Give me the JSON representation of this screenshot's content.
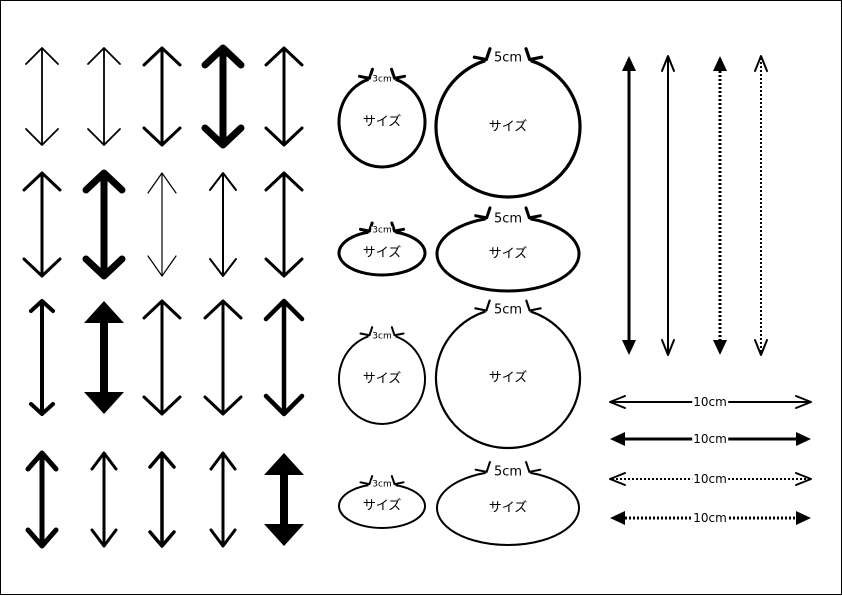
{
  "sheet": {
    "background": "#ffffff",
    "border_color": "#000000",
    "ink": "#000000"
  },
  "decorative_arrows": {
    "direction": "vertical-double-headed",
    "rows": [
      [
        "plain-thin",
        "plain-thin",
        "plain-medium",
        "bold-filled",
        "plain-medium"
      ],
      [
        "plain-medium",
        "bold-filled",
        "thin-hollow-head",
        "thin",
        "plain-medium"
      ],
      [
        "round-tip",
        "wedge-bold",
        "plain-medium",
        "plain-medium",
        "plain-bold"
      ],
      [
        "brush",
        "brush-thin",
        "brush-long",
        "brush-thin",
        "wedge-bold"
      ]
    ]
  },
  "curved_arrows": {
    "items": [
      {
        "size_label": "3cm",
        "center_label": "サイズ",
        "shape": "circle"
      },
      {
        "size_label": "5cm",
        "center_label": "サイズ",
        "shape": "circle"
      },
      {
        "size_label": "3cm",
        "center_label": "サイズ",
        "shape": "ellipse"
      },
      {
        "size_label": "5cm",
        "center_label": "サイズ",
        "shape": "ellipse"
      },
      {
        "size_label": "3cm",
        "center_label": "サイズ",
        "shape": "circle"
      },
      {
        "size_label": "5cm",
        "center_label": "サイズ",
        "shape": "circle"
      },
      {
        "size_label": "3cm",
        "center_label": "サイズ",
        "shape": "ellipse"
      },
      {
        "size_label": "5cm",
        "center_label": "サイズ",
        "shape": "ellipse"
      }
    ]
  },
  "long_arrows": {
    "vertical": [
      {
        "style": "solid-bold"
      },
      {
        "style": "solid-thin"
      },
      {
        "style": "dotted-bold"
      },
      {
        "style": "dotted-thin"
      }
    ],
    "horizontal": [
      {
        "length_label": "10cm",
        "style": "solid-thin"
      },
      {
        "length_label": "10cm",
        "style": "solid-bold"
      },
      {
        "length_label": "10cm",
        "style": "dotted-thin"
      },
      {
        "length_label": "10cm",
        "style": "dotted-bold"
      }
    ]
  }
}
